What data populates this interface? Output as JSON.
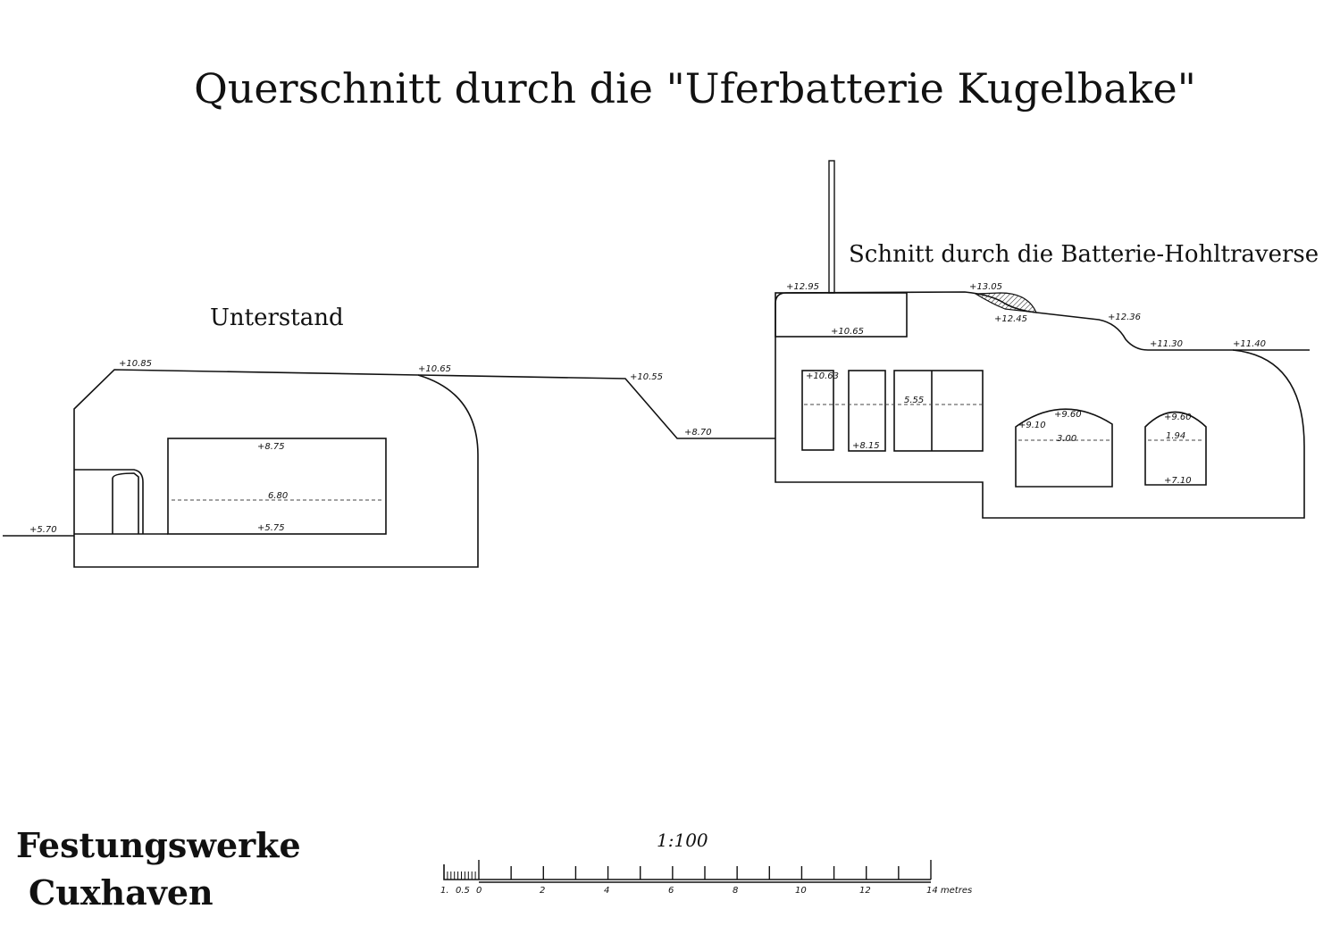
{
  "title": "Querschnitt durch die \"Uferbatterie Kugelbake\"",
  "sections": {
    "left_label": "Unterstand",
    "right_label": "Schnitt durch die Batterie-Hohltraverse"
  },
  "left_dims": {
    "top_left": "+10.85",
    "top_right": "+10.65",
    "slope_top": "+10.55",
    "slope_bottom": "+8.70",
    "room_top": "+8.75",
    "room_width": "6.80",
    "room_floor": "+5.75",
    "ground": "+5.70"
  },
  "right_dims": {
    "mast": "+12.95",
    "crest": "+13.05",
    "hatch_bottom": "+12.45",
    "slope_mid": "+12.36",
    "toe": "+11.30",
    "ground_right": "+11.40",
    "box": "+10.65",
    "room1_top": "+10.63",
    "room2_floor": "+8.15",
    "rooms_width": "5.55",
    "arch1_spring": "+9.10",
    "arch1_crown": "+9.60",
    "arch1_width": "3.00",
    "arch2_crown": "+9.60",
    "arch2_width": "1.94",
    "arch2_floor": "+7.10"
  },
  "scale": {
    "ratio": "1:100",
    "ticks": [
      "1.",
      "0.5",
      "0",
      "2",
      "4",
      "6",
      "8",
      "10",
      "12",
      "14 metres"
    ]
  },
  "footer": {
    "line1": "Festungswerke",
    "line2": "Cuxhaven"
  }
}
